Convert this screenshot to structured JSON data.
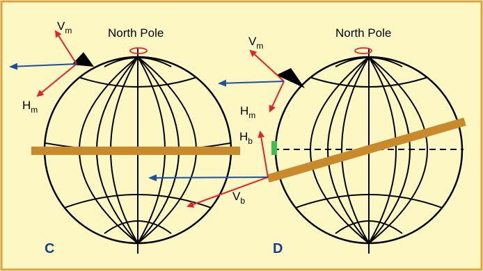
{
  "colors": {
    "background": "#fdf7c3",
    "border": "#d9a33a",
    "globe_line": "#000000",
    "belt": "#c98a2b",
    "arrow_red": "#e8202a",
    "arrow_blue": "#1c4f9c",
    "green_mark": "#3fbf4f"
  },
  "left_panel": {
    "label": "C",
    "pole_label": "North Pole",
    "vm": {
      "main": "V",
      "sub": "m"
    },
    "hm": {
      "main": "H",
      "sub": "m"
    },
    "vb": {
      "main": "V",
      "sub": "b"
    }
  },
  "right_panel": {
    "label": "D",
    "pole_label": "North Pole",
    "vm": {
      "main": "V",
      "sub": "m"
    },
    "hm": {
      "main": "H",
      "sub": "m"
    },
    "hb": {
      "main": "H",
      "sub": "b"
    }
  }
}
